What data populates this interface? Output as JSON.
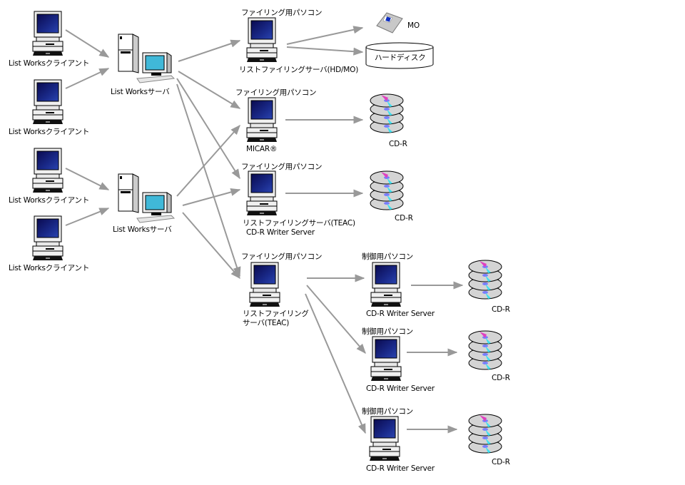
{
  "diagram": {
    "arrow_color": "#999999",
    "nodes": {
      "client1": {
        "type": "pc",
        "label": "List Worksクライアント"
      },
      "client2": {
        "type": "pc",
        "label": "List Worksクライアント"
      },
      "client3": {
        "type": "pc",
        "label": "List Worksクライアント"
      },
      "client4": {
        "type": "pc",
        "label": "List Worksクライアント"
      },
      "server1": {
        "type": "server",
        "label": "List Worksサーバ"
      },
      "server2": {
        "type": "server",
        "label": "List Worksサーバ"
      },
      "filing1": {
        "type": "pc",
        "title": "ファイリング用パソコン",
        "label": "リストファイリングサーバ(HD/MO)"
      },
      "filing2": {
        "type": "pc",
        "title": "ファイリング用パソコン",
        "label": "MICAR®"
      },
      "filing3": {
        "type": "pc",
        "title": "ファイリング用パソコン",
        "label": "リストファイリングサーバ(TEAC)",
        "label2": "CD-R Writer Server"
      },
      "filing4": {
        "type": "pc",
        "title": "ファイリング用パソコン",
        "label": "リストファイリング",
        "label2": "サーバ(TEAC)"
      },
      "control1": {
        "type": "pc",
        "title": "制御用パソコン",
        "label": "CD-R Writer Server"
      },
      "control2": {
        "type": "pc",
        "title": "制御用パソコン",
        "label": "CD-R Writer Server"
      },
      "control3": {
        "type": "pc",
        "title": "制御用パソコン",
        "label": "CD-R Writer Server"
      },
      "mo": {
        "type": "mo",
        "label": "MO"
      },
      "hdd": {
        "type": "hdd",
        "label": "ハードディスク"
      },
      "cdr1": {
        "type": "cdr",
        "label": "CD-R"
      },
      "cdr2": {
        "type": "cdr",
        "label": "CD-R"
      },
      "cdr3": {
        "type": "cdr",
        "label": "CD-R"
      },
      "cdr4": {
        "type": "cdr",
        "label": "CD-R"
      },
      "cdr5": {
        "type": "cdr",
        "label": "CD-R"
      }
    },
    "edges": [
      {
        "from": "client1",
        "to": "server1"
      },
      {
        "from": "client2",
        "to": "server1"
      },
      {
        "from": "client3",
        "to": "server2"
      },
      {
        "from": "client4",
        "to": "server2"
      },
      {
        "from": "server1",
        "to": "filing1"
      },
      {
        "from": "server1",
        "to": "filing2"
      },
      {
        "from": "server1",
        "to": "filing3"
      },
      {
        "from": "server1",
        "to": "filing4"
      },
      {
        "from": "server2",
        "to": "filing2"
      },
      {
        "from": "server2",
        "to": "filing3"
      },
      {
        "from": "server2",
        "to": "filing4"
      },
      {
        "from": "filing1",
        "to": "mo"
      },
      {
        "from": "filing1",
        "to": "hdd"
      },
      {
        "from": "filing2",
        "to": "cdr1"
      },
      {
        "from": "filing3",
        "to": "cdr2"
      },
      {
        "from": "filing4",
        "to": "control1"
      },
      {
        "from": "filing4",
        "to": "control2"
      },
      {
        "from": "filing4",
        "to": "control3"
      },
      {
        "from": "control1",
        "to": "cdr3"
      },
      {
        "from": "control2",
        "to": "cdr4"
      },
      {
        "from": "control3",
        "to": "cdr5"
      }
    ]
  }
}
